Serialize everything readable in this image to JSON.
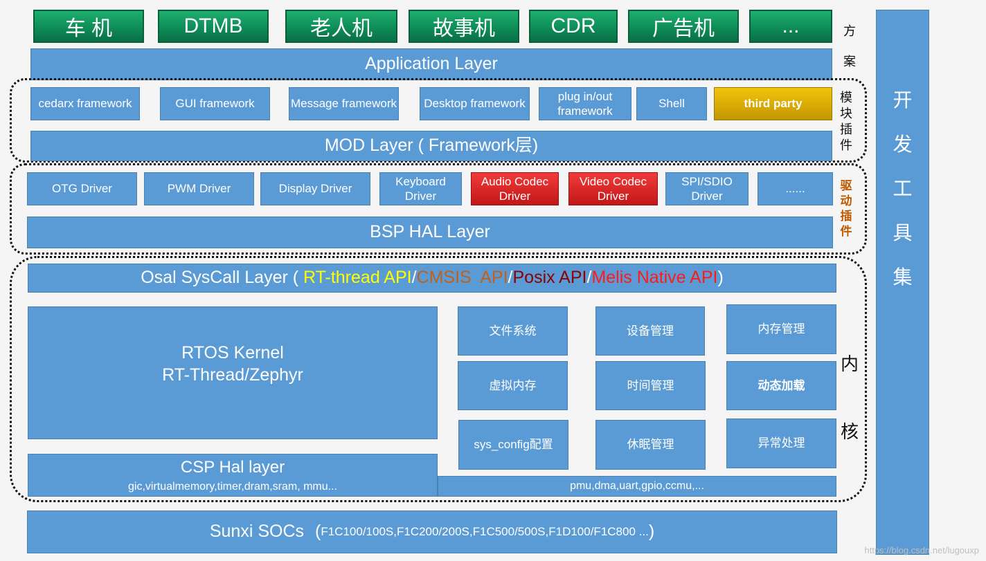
{
  "solutions": [
    "车  机",
    "DTMB",
    "老人机",
    "故事机",
    "CDR",
    "广告机",
    "..."
  ],
  "solutions_label": [
    "方",
    "案"
  ],
  "application_layer": "Application Layer",
  "mod": {
    "items": [
      "cedarx framework",
      "GUI framework",
      "Message framework",
      "Desktop framework",
      "plug in/out framework",
      "Shell",
      "third party"
    ],
    "layer": "MOD Layer ( Framework层)",
    "label": [
      "模",
      "块",
      "插",
      "件"
    ]
  },
  "bsp": {
    "items": [
      "OTG Driver",
      "PWM Driver",
      "Display Driver",
      "Keyboard Driver",
      "Audio Codec Driver",
      "Video Codec Driver",
      "SPI/SDIO Driver",
      "......"
    ],
    "layer": "BSP HAL Layer",
    "label": [
      "驱",
      "动",
      "插",
      "件"
    ]
  },
  "osal": {
    "prefix": "Osal SysCall Layer ( ",
    "rt": "RT-thread API",
    "sep1": "/",
    "cmsis": "CMSIS  API",
    "sep2": "/",
    "posix": "Posix API",
    "sep3": "/",
    "melis": "Melis Native API",
    "suffix": ")"
  },
  "kernel": {
    "rtos_line1": "RTOS Kernel",
    "rtos_line2": "RT-Thread/Zephyr",
    "modules": [
      "文件系统",
      "设备管理",
      "内存管理",
      "虚拟内存",
      "时间管理",
      "动态加载",
      "sys_config配置",
      "休眠管理",
      "异常处理"
    ],
    "csp_title": "CSP Hal layer",
    "csp_sub": "gic,virtualmemory,timer,dram,sram, mmu...",
    "periph": "pmu,dma,uart,gpio,ccmu,...",
    "label": [
      "内",
      "核"
    ]
  },
  "soc": {
    "main": "Sunxi SOCs",
    "models": "F1C100/100S,F1C200/200S,F1C500/500S,F1D100/F1C800 ...",
    "open": "(",
    "close": ")"
  },
  "tools": [
    "开",
    "发",
    "工",
    "具",
    "集"
  ],
  "watermark": "https://blog.csdn.net/lugouxp",
  "colors": {
    "box_blue": "#5b9bd5",
    "solution_green": "#0e8d58",
    "driver_red": "#e02424",
    "third_party_gold": "#e0b000",
    "api_yellow": "#ffff00",
    "api_orange": "#c0601a",
    "api_darkred": "#8b0000",
    "api_red": "#ff1a1a",
    "plugin_label_orange": "#c05a00"
  }
}
